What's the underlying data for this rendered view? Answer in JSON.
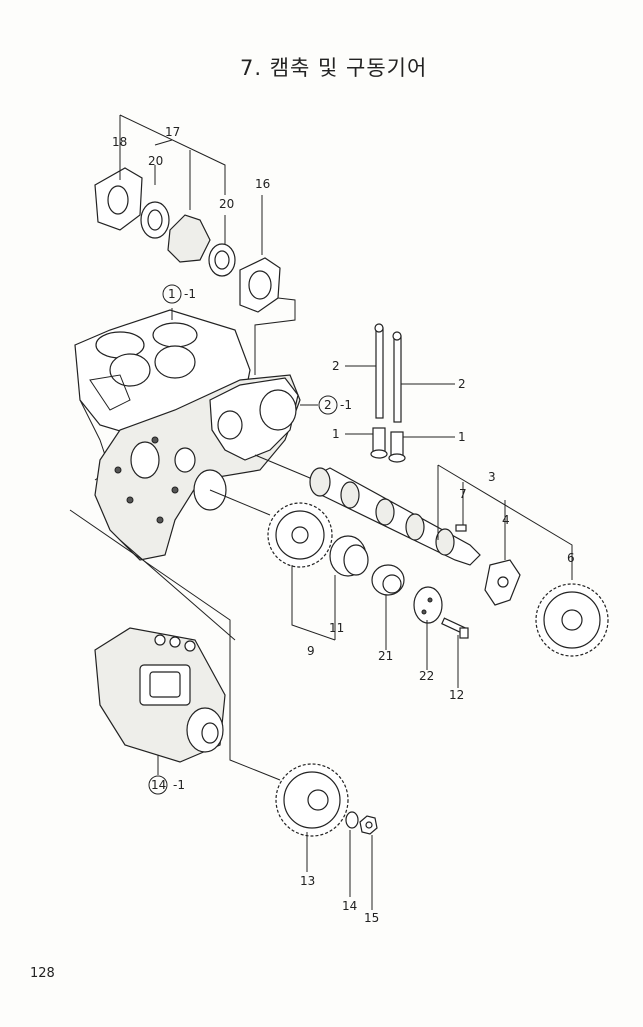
{
  "title": "7. 캠축 및 구동기어",
  "page_number": "128",
  "callouts": {
    "c18": "18",
    "c17": "17",
    "c20a": "20",
    "c20b": "20",
    "c16": "16",
    "c1_1": "1",
    "c1_1s": "-1",
    "c2_1": "2",
    "c2_1s": "-1",
    "c2a": "2",
    "c2b": "2",
    "c1a": "1",
    "c1b": "1",
    "c3": "3",
    "c7": "7",
    "c4": "4",
    "c6": "6",
    "c11": "11",
    "c9": "9",
    "c21": "21",
    "c22": "22",
    "c12": "12",
    "c14_1": "14",
    "c14_1s": "-1",
    "c13": "13",
    "c14": "14",
    "c15": "15"
  }
}
